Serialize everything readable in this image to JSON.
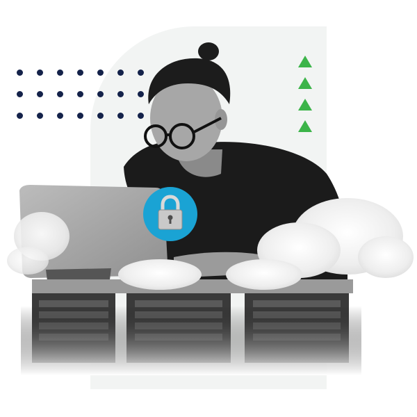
{
  "scene": {
    "subject": "person-at-laptop",
    "overlay_icon": "padlock-icon",
    "decorations": [
      "dot-grid",
      "up-arrow-stack",
      "cloud",
      "server-racks"
    ]
  },
  "colors": {
    "backdrop": "#f2f4f3",
    "dots": "#14224a",
    "arrows": "#3cb449",
    "lock_badge": "#1aa3d4",
    "shirt": "#1b1b1b"
  }
}
